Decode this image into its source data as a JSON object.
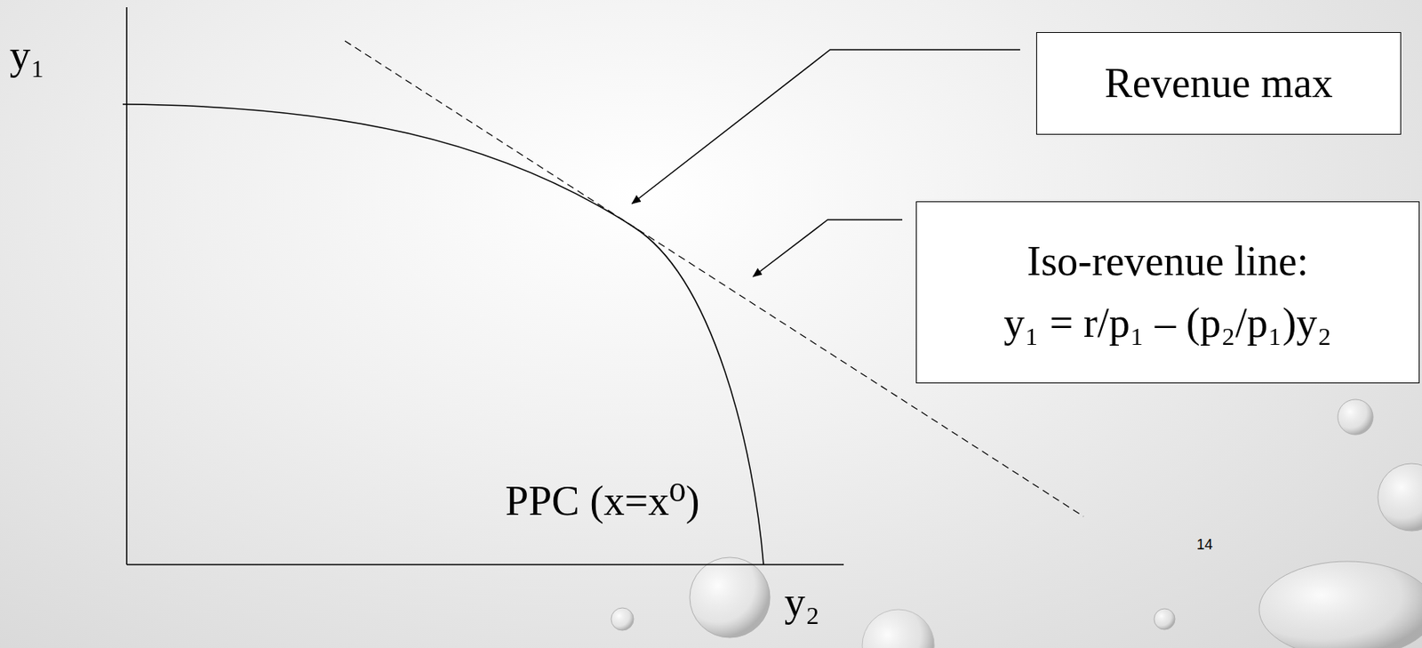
{
  "diagram": {
    "nodes": [
      {
        "text": [
          "Revenue max"
        ]
      },
      {
        "text": [
          "Iso-revenue line:",
          "y₁ = r/p₁ – (p₂/p₁)y₂"
        ]
      }
    ],
    "edges": [],
    "labels": [
      "y₁",
      "y₂",
      "PPC (x=x⁰)",
      "14"
    ]
  }
}
